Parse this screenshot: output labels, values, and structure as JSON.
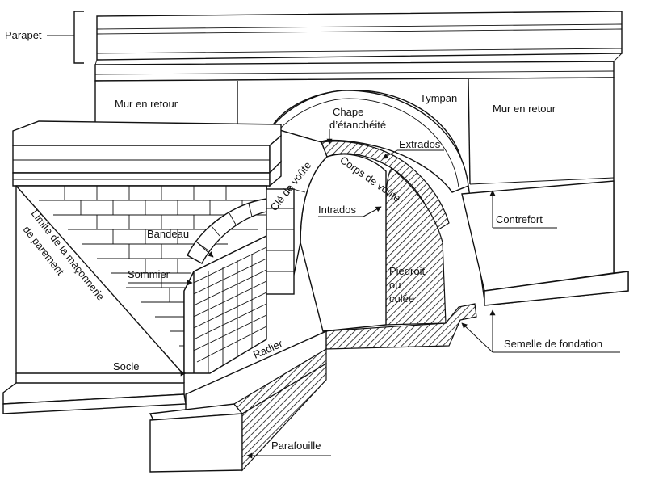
{
  "labels": {
    "parapet": "Parapet",
    "mur_retour_left": "Mur en retour",
    "tympan": "Tympan",
    "mur_retour_right": "Mur en retour",
    "chape_line1": "Chape",
    "chape_line2": "d’étanchéité",
    "extrados": "Extrados",
    "cle_de_voute": "Clé de voûte",
    "corps_de_voute": "Corps de voûte",
    "intrados": "Intrados",
    "contrefort": "Contrefort",
    "bandeau": "Bandeau",
    "limite_line1": "Limite de la maçonnerie",
    "limite_line2": "de parement",
    "sommier": "Sommier",
    "piedroit_line1": "Piedroit",
    "piedroit_line2": "ou",
    "piedroit_line3": "culée",
    "radier": "Radier",
    "socle": "Socle",
    "semelle": "Semelle de fondation",
    "parafouille": "Parafouille"
  }
}
